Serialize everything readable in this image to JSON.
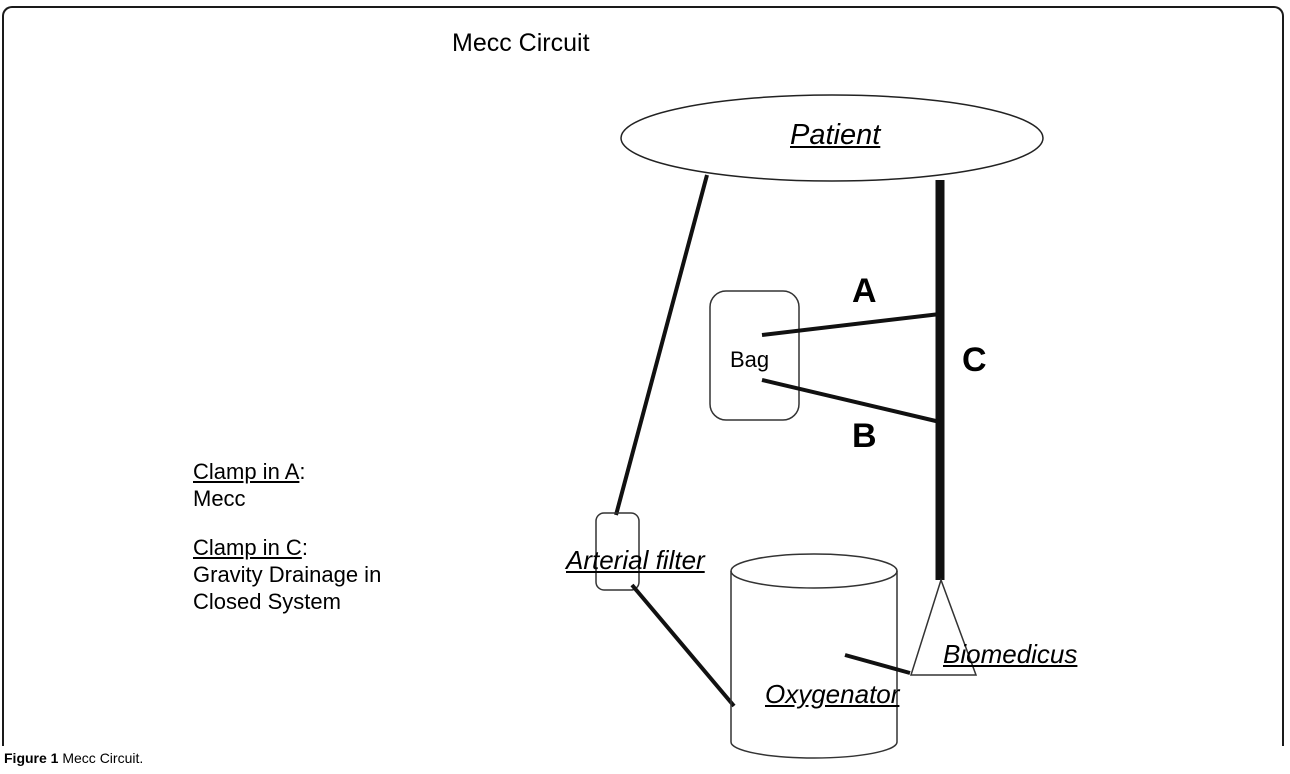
{
  "diagram": {
    "title": "Mecc Circuit",
    "nodes": {
      "patient": "Patient",
      "bag": "Bag",
      "arterial_filter": "Arterial filter",
      "oxygenator": "Oxygenator",
      "biomedicus": "Biomedicus"
    },
    "line_labels": {
      "a": "A",
      "b": "B",
      "c": "C"
    },
    "notes": {
      "clamp_a_prefix": "Clamp in A",
      "clamp_a_suffix": ":",
      "clamp_a_result": "Mecc",
      "clamp_c_prefix": "Clamp in C",
      "clamp_c_suffix": ":",
      "clamp_c_result_line1": "Gravity Drainage in",
      "clamp_c_result_line2": "Closed System"
    }
  },
  "caption": {
    "label": "Figure 1",
    "text": "Mecc Circuit."
  }
}
